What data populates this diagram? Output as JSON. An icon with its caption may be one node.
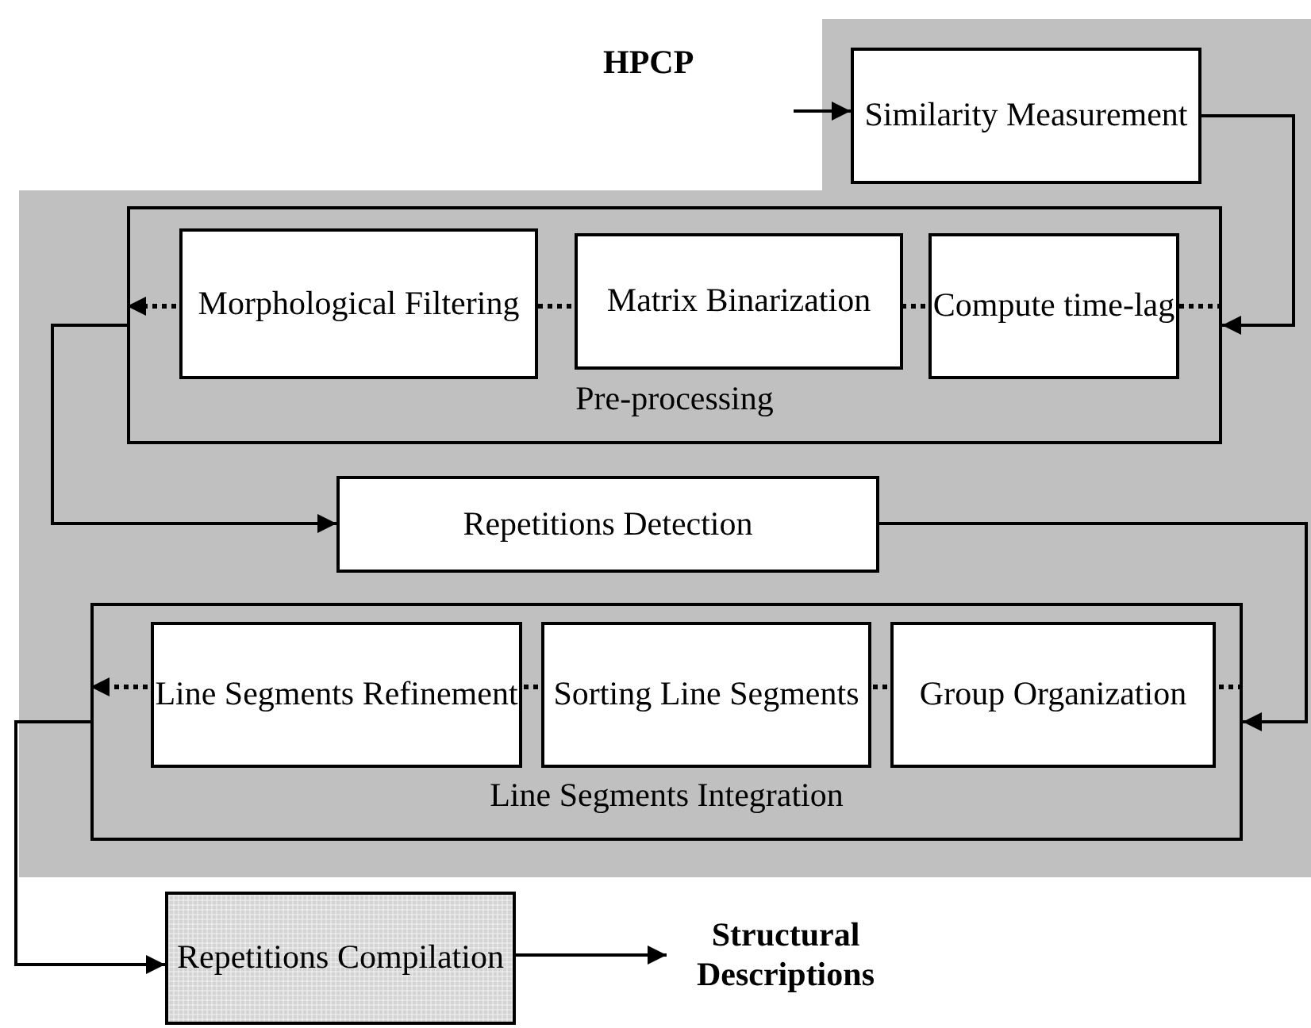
{
  "diagram": {
    "nodes": [
      {
        "text": [
          "Similarity Measurement"
        ]
      },
      {
        "text": [
          "Pre-processing"
        ]
      },
      {
        "text": [
          "Morphological Filtering"
        ],
        "in": 1
      },
      {
        "text": [
          "Matrix Binarization"
        ],
        "in": 1
      },
      {
        "text": [
          "Compute time-lag"
        ],
        "in": 1
      },
      {
        "text": [
          "Repetitions Detection"
        ]
      },
      {
        "text": [
          "Line Segments Integration"
        ]
      },
      {
        "text": [
          "Line Segments Refinement"
        ],
        "in": 6
      },
      {
        "text": [
          "Sorting Line Segments"
        ],
        "in": 6
      },
      {
        "text": [
          "Group Organization"
        ],
        "in": 6
      },
      {
        "text": [
          "Repetitions Compilation"
        ]
      },
      {
        "text": [
          "Structural Descriptions"
        ]
      }
    ],
    "edges": [
      {
        "from": null,
        "to": 0,
        "arrow": "to"
      },
      {
        "from": 0,
        "to": 1,
        "arrow": "to"
      },
      {
        "from": 1,
        "to": 5,
        "arrow": "to"
      },
      {
        "from": 5,
        "to": 6,
        "arrow": "to"
      },
      {
        "from": 6,
        "to": 10,
        "arrow": "to"
      },
      {
        "from": 10,
        "to": 11,
        "arrow": "to"
      },
      {
        "from": 1,
        "to": 4,
        "arrow": "none",
        "style": "dashed"
      },
      {
        "from": 4,
        "to": 3,
        "arrow": "none",
        "style": "dashed"
      },
      {
        "from": 3,
        "to": 2,
        "arrow": "none",
        "style": "dashed"
      },
      {
        "from": 2,
        "to": 1,
        "arrow": "to",
        "style": "dashed"
      },
      {
        "from": 6,
        "to": 9,
        "arrow": "none",
        "style": "dashed"
      },
      {
        "from": 9,
        "to": 8,
        "arrow": "none",
        "style": "dashed"
      },
      {
        "from": 8,
        "to": 7,
        "arrow": "none",
        "style": "dashed"
      },
      {
        "from": 7,
        "to": 6,
        "arrow": "to",
        "style": "dashed"
      }
    ],
    "labels": [
      "HPCP"
    ]
  }
}
